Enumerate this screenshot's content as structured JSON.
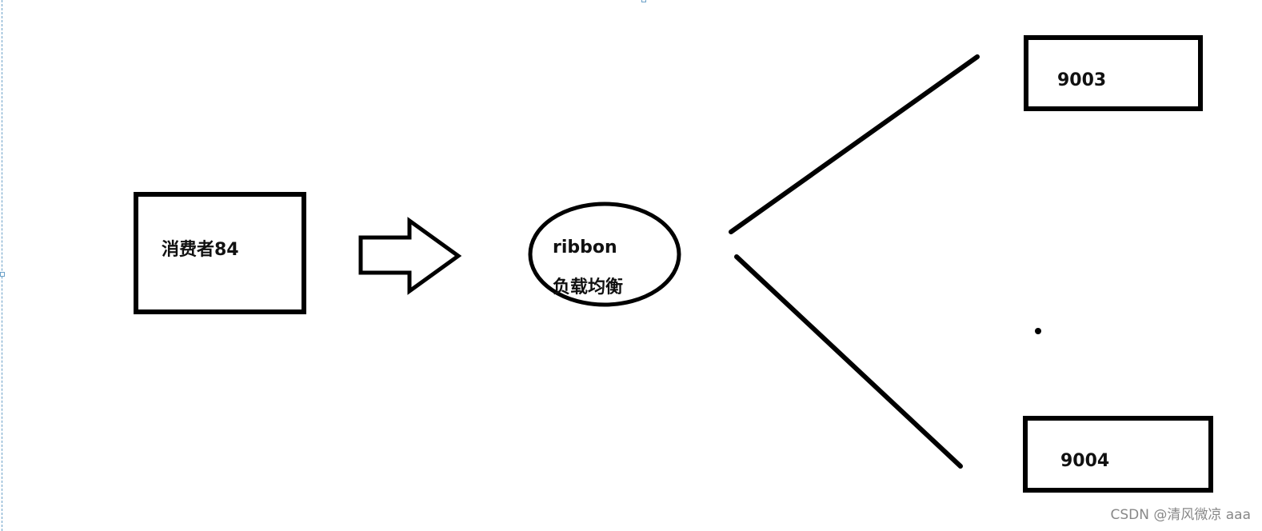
{
  "diagram": {
    "consumer": {
      "label": "消费者84"
    },
    "balancer": {
      "line1": "ribbon",
      "line2": "负载均衡"
    },
    "servers": [
      {
        "label": "9003"
      },
      {
        "label": "9004"
      }
    ]
  },
  "watermark": {
    "text": "CSDN @清风微凉 aaa"
  },
  "colors": {
    "stroke": "#000000",
    "background": "#ffffff",
    "guide": "#6aa0c8",
    "watermark": "#888888"
  }
}
